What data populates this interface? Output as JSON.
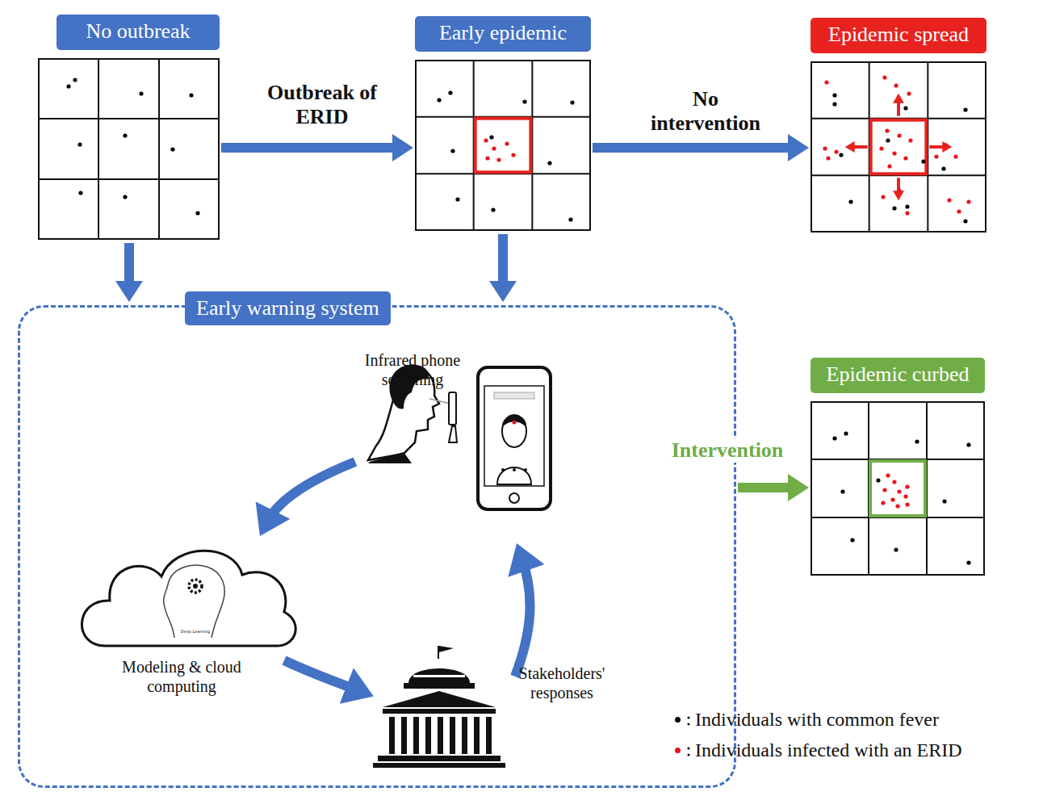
{
  "diagram": {
    "nodes": [
      {
        "text": [
          "No outbreak"
        ]
      },
      {
        "text": [
          "Early epidemic"
        ]
      },
      {
        "text": [
          "Epidemic spread"
        ]
      },
      {
        "text": [
          "Early warning system"
        ]
      },
      {
        "text": [
          "Epidemic curbed"
        ]
      }
    ],
    "edges": [
      {
        "from": 0,
        "to": 1,
        "label": "Outbreak of ERID",
        "arrow": "to"
      },
      {
        "from": 1,
        "to": 2,
        "label": "No intervention",
        "arrow": "to"
      },
      {
        "from": 0,
        "to": 3,
        "arrow": "to"
      },
      {
        "from": 1,
        "to": 3,
        "arrow": "to"
      },
      {
        "from": 3,
        "to": 4,
        "label": "Intervention",
        "arrow": "to"
      }
    ],
    "labels": [
      "Infrared phone screening",
      "Modeling & cloud computing",
      "Stakeholders' responses",
      "Deep Learning"
    ],
    "legend": [
      {
        "text": "Individuals with common fever",
        "color": "#000000"
      },
      {
        "text": "Individuals infected with an ERID",
        "color": "#e8141c"
      }
    ]
  }
}
